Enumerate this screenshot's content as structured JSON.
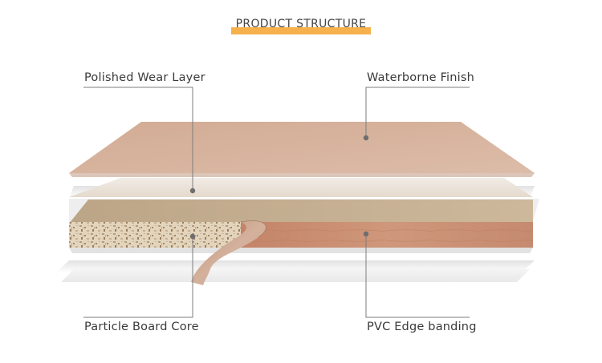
{
  "title": "PRODUCT STRUCTURE",
  "colors": {
    "accent": "#f6b14d",
    "finish": "#d8b5a0",
    "wear_layer": "#ede4da",
    "board_top": "#c6af91",
    "edge_banding": "#c98e72",
    "callout_line": "#7d7d7d"
  },
  "labels": {
    "wear_layer": "Polished Wear Layer",
    "finish": "Waterborne Finish",
    "core": "Particle Board Core",
    "edge": "PVC Edge banding"
  }
}
